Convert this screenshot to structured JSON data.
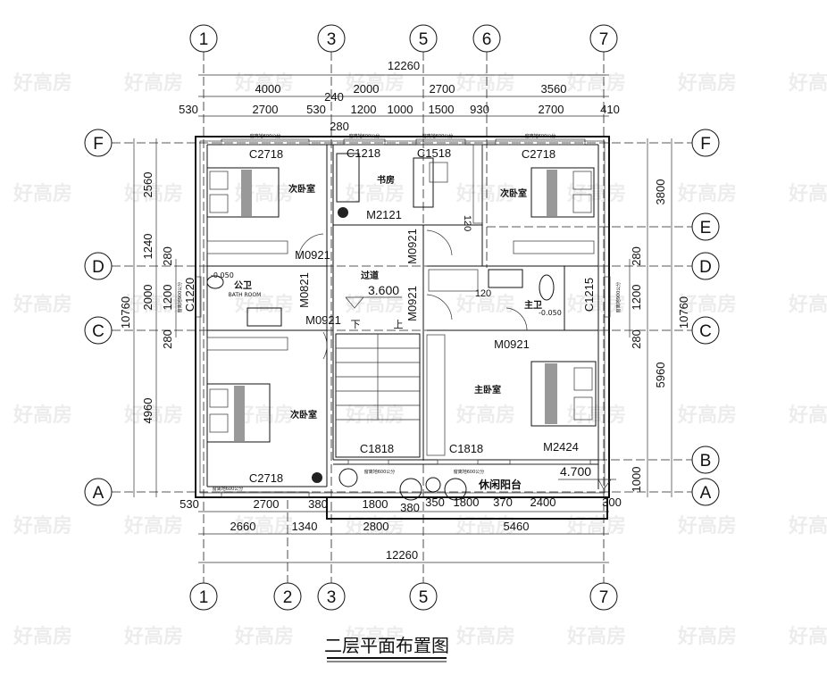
{
  "title": "二层平面布置图",
  "watermark": "好高房",
  "axes": {
    "columns": [
      "1",
      "2",
      "3",
      "5",
      "6",
      "7"
    ],
    "rows": [
      "F",
      "E",
      "D",
      "C",
      "B",
      "A"
    ]
  },
  "dims": {
    "top_total": "12260",
    "top_row2": [
      "4000",
      "240",
      "2000",
      "2700",
      "3560"
    ],
    "top_row3": [
      "530",
      "2700",
      "530",
      "280",
      "1200",
      "1000",
      "1500",
      "930",
      "2700",
      "410"
    ],
    "left": [
      "2560",
      "1240",
      "280",
      "2000",
      "1200",
      "280",
      "4960",
      "10760"
    ],
    "right": [
      "3800",
      "280",
      "1200",
      "10760",
      "280",
      "5960",
      "1000"
    ],
    "bottom_row1": [
      "530",
      "2700",
      "380",
      "1800",
      "380",
      "350",
      "1800",
      "370",
      "2400",
      "300"
    ],
    "bottom_row2": [
      "2660",
      "1340",
      "2800",
      "5460"
    ],
    "bottom_total": "12260"
  },
  "rooms": {
    "bedroom_nw": "次卧室",
    "study": "书房",
    "bedroom_ne": "次卧室",
    "corridor": "过道",
    "public_bath": "公卫",
    "public_bath_en": "BATH ROOM",
    "master_bath": "主卫",
    "bedroom_sw": "次卧室",
    "master_bedroom": "主卧室",
    "balcony": "休闲阳台",
    "stair_down": "下",
    "stair_up": "上"
  },
  "elevations": {
    "corridor": "3.600",
    "public_bath": "-0.050",
    "master_bath": "-0.050",
    "balcony": "4.700"
  },
  "openings": {
    "c2718_nw": "C2718",
    "c1218": "C1218",
    "c1518": "C1518",
    "c2718_ne": "C2718",
    "m2121": "M2121",
    "m0921_a": "M0921",
    "m0921_b": "M0921",
    "m0821": "M0821",
    "m0921_c": "M0921",
    "m0921_d": "M0921",
    "m0921_e": "M0921",
    "c1220": "C1220",
    "c1215": "C1215",
    "c1818_a": "C1818",
    "c1818_b": "C1818",
    "m2424": "M2424",
    "c2718_sw": "C2718",
    "note_120_a": "120",
    "note_120_b": "120"
  },
  "window_notes": {
    "sill600": "窗离地600公分",
    "sill900": "窗离地900公分"
  }
}
